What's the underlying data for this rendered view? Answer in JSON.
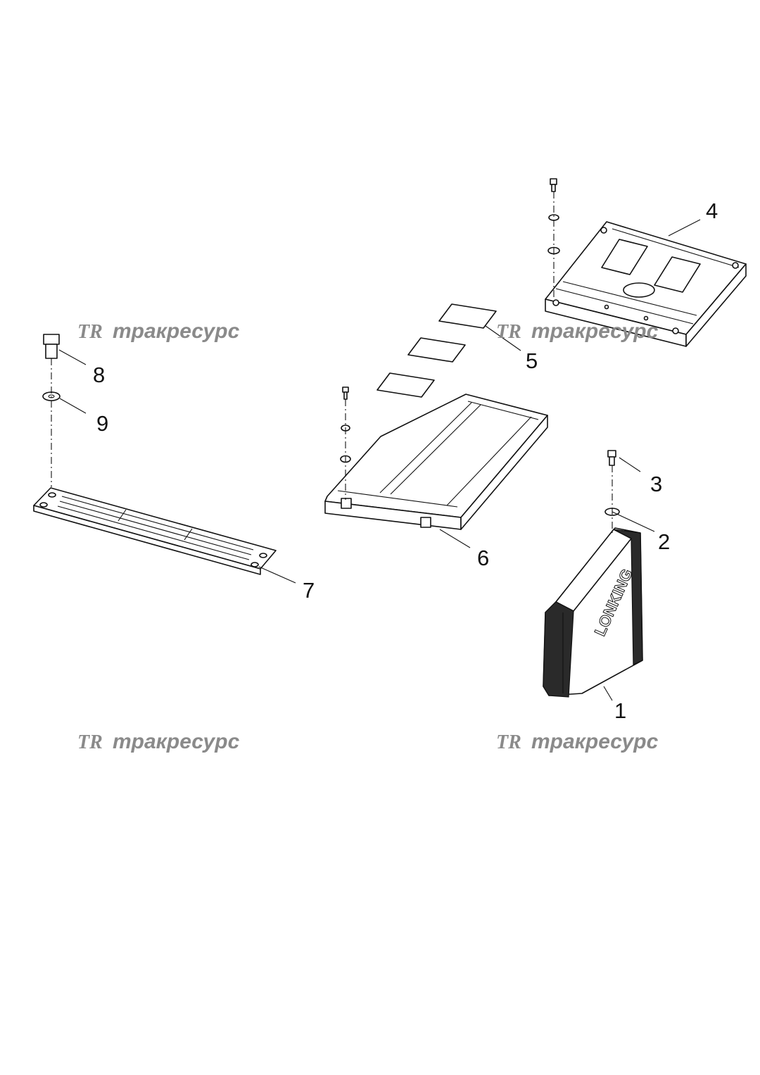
{
  "watermark": {
    "logo": "TR",
    "text": "тракресурс"
  },
  "callouts": [
    "1",
    "2",
    "3",
    "4",
    "5",
    "6",
    "7",
    "8",
    "9"
  ],
  "brand_mark": "LONKING"
}
